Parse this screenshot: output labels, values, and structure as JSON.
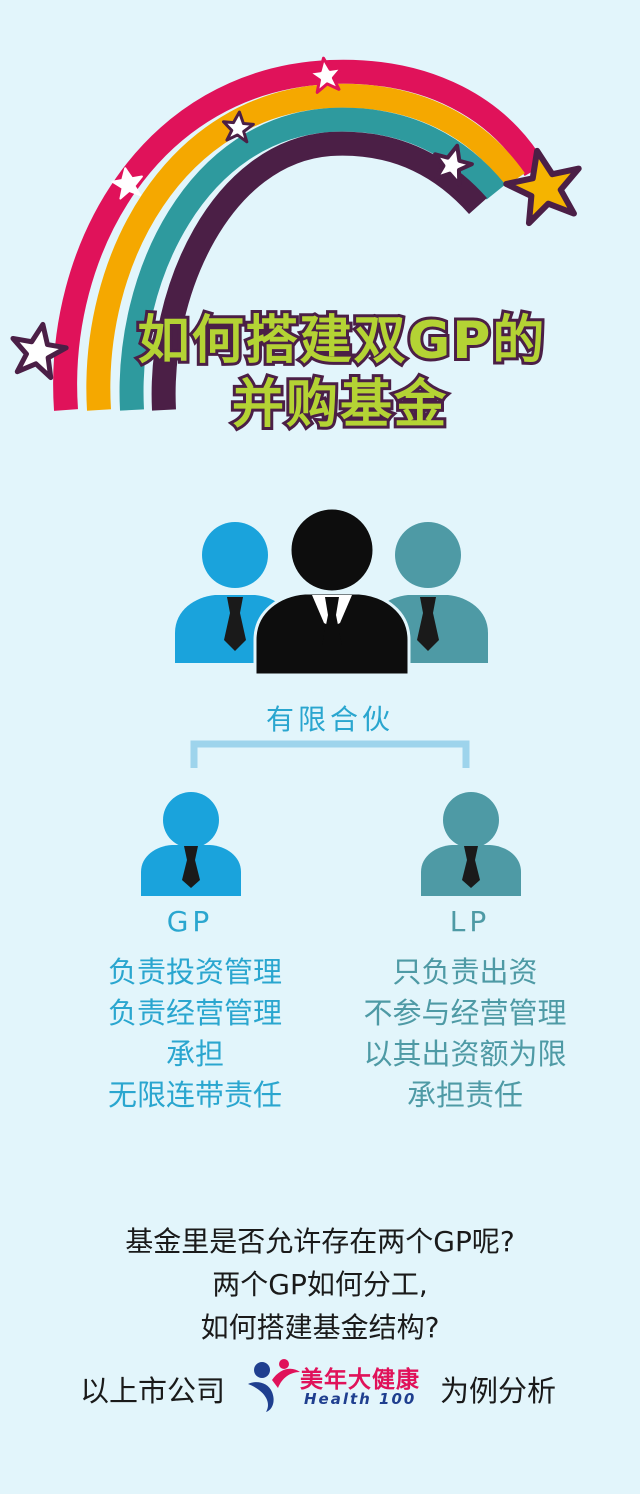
{
  "title": {
    "line1": "如何搭建双GP的",
    "line2": "并购基金"
  },
  "partnership": {
    "label": "有限合伙"
  },
  "gp": {
    "label": "GP",
    "lines": [
      "负责投资管理",
      "负责经营管理",
      "承担",
      "无限连带责任"
    ]
  },
  "lp": {
    "label": "LP",
    "lines": [
      "只负责出资",
      "不参与经营管理",
      "以其出资额为限",
      "承担责任"
    ]
  },
  "questions": [
    "基金里是否允许存在两个GP呢?",
    "两个GP如何分工,",
    "如何搭建基金结构?"
  ],
  "footer": {
    "left": "以上市公司",
    "brand_cn": "美年大健康",
    "brand_en": "Health 100",
    "right": "为例分析"
  },
  "colors": {
    "background": "#e2f5fb",
    "gp_blue": "#1aa3dc",
    "lp_teal": "#4e9aa5",
    "label_blue": "#2aa6cf",
    "title_green": "#b4d334",
    "title_outline": "#4b1f46",
    "rainbow": [
      "#e0125a",
      "#f5a800",
      "#2e9a9e",
      "#4b1f46"
    ]
  },
  "icons": [
    "star-icon",
    "person-icon",
    "brand-logo-icon"
  ]
}
